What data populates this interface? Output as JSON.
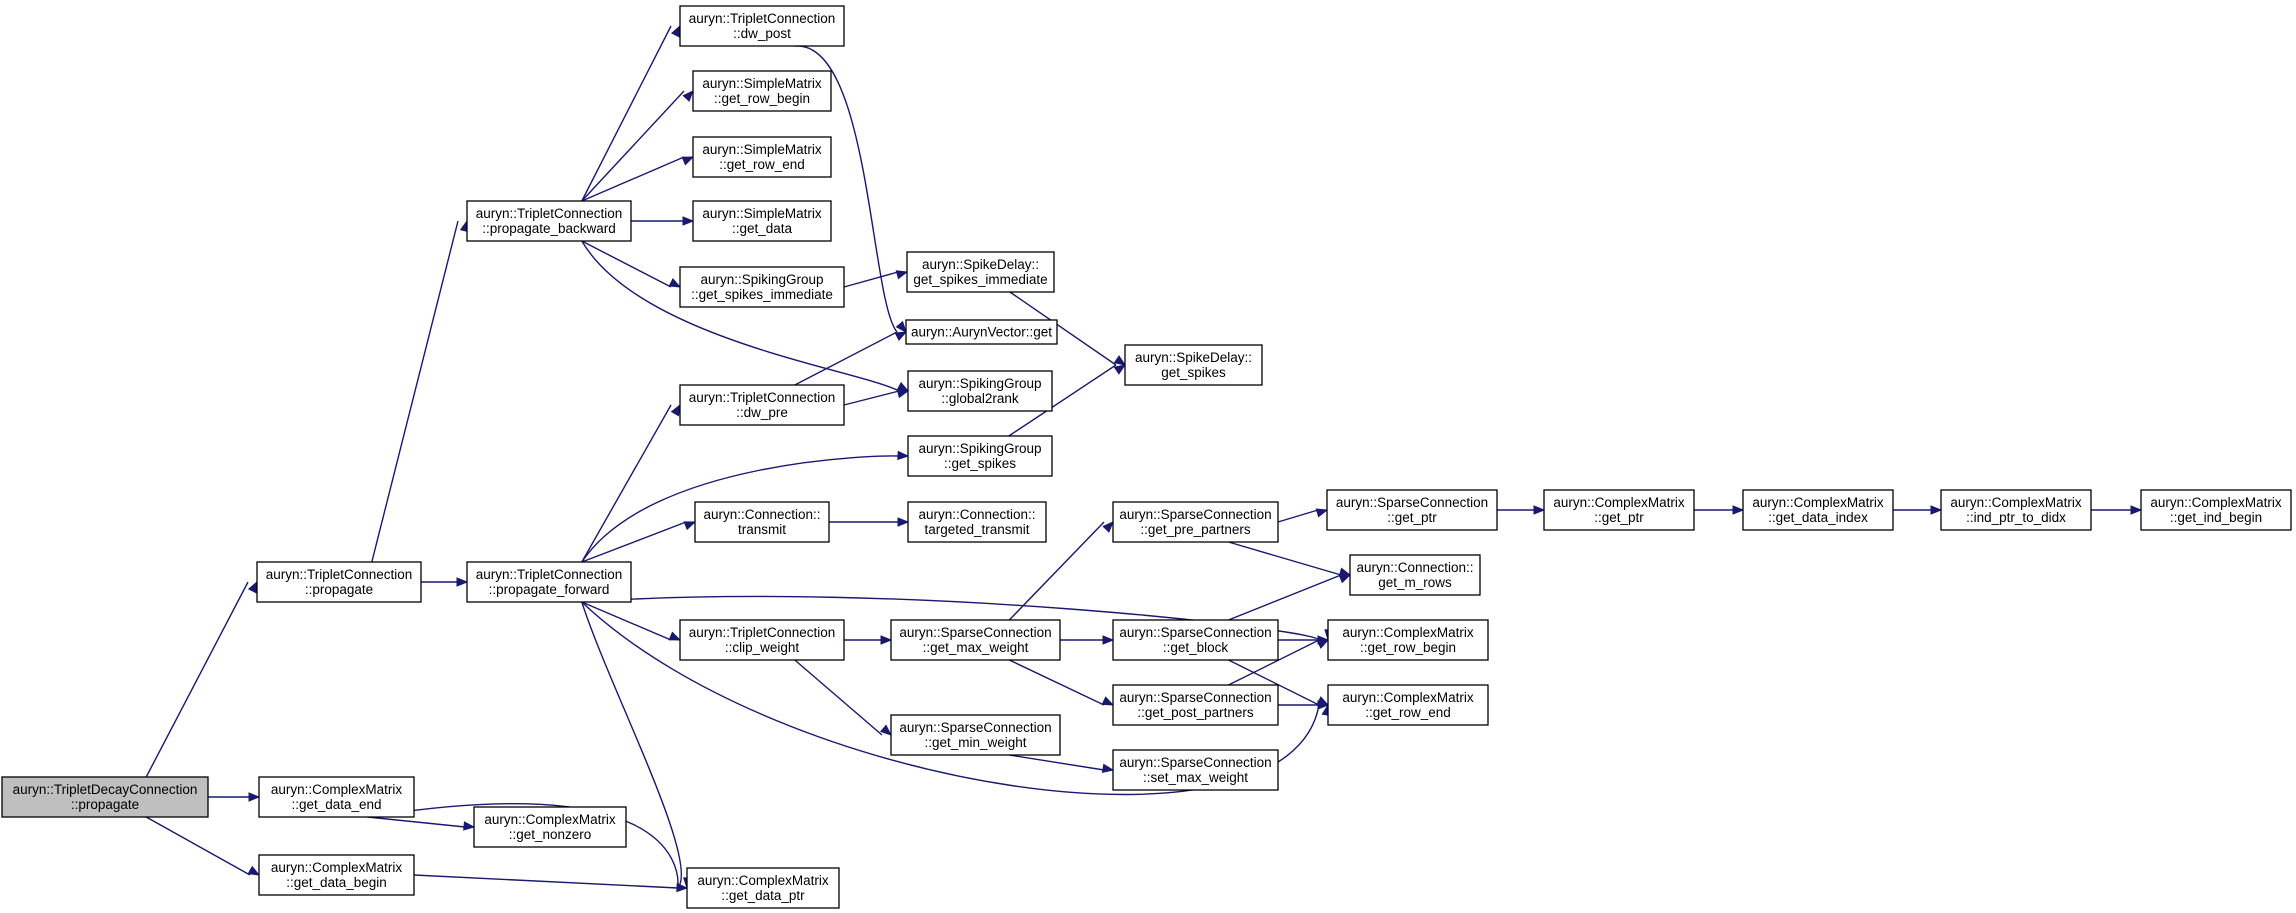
{
  "graph": {
    "type": "call-graph",
    "colors": {
      "edge": "#191970",
      "root_fill": "#bfbfbf",
      "node_fill": "#ffffff",
      "border": "#000000"
    },
    "nodes": [
      {
        "id": "root",
        "lines": [
          "auryn::TripletDecayConnection",
          "::propagate"
        ],
        "root": true
      },
      {
        "id": "tc_propagate",
        "lines": [
          "auryn::TripletConnection",
          "::propagate"
        ]
      },
      {
        "id": "cm_get_data_end",
        "lines": [
          "auryn::ComplexMatrix",
          "::get_data_end"
        ]
      },
      {
        "id": "cm_get_data_begin",
        "lines": [
          "auryn::ComplexMatrix",
          "::get_data_begin"
        ]
      },
      {
        "id": "tc_propagate_backward",
        "lines": [
          "auryn::TripletConnection",
          "::propagate_backward"
        ]
      },
      {
        "id": "tc_propagate_forward",
        "lines": [
          "auryn::TripletConnection",
          "::propagate_forward"
        ]
      },
      {
        "id": "cm_get_nonzero",
        "lines": [
          "auryn::ComplexMatrix",
          "::get_nonzero"
        ]
      },
      {
        "id": "cm_get_data_ptr",
        "lines": [
          "auryn::ComplexMatrix",
          "::get_data_ptr"
        ]
      },
      {
        "id": "tc_dw_post",
        "lines": [
          "auryn::TripletConnection",
          "::dw_post"
        ]
      },
      {
        "id": "sm_get_row_begin",
        "lines": [
          "auryn::SimpleMatrix",
          "::get_row_begin"
        ]
      },
      {
        "id": "sm_get_row_end",
        "lines": [
          "auryn::SimpleMatrix",
          "::get_row_end"
        ]
      },
      {
        "id": "sm_get_data",
        "lines": [
          "auryn::SimpleMatrix",
          "::get_data"
        ]
      },
      {
        "id": "sg_get_spikes_immediate",
        "lines": [
          "auryn::SpikingGroup",
          "::get_spikes_immediate"
        ]
      },
      {
        "id": "tc_dw_pre",
        "lines": [
          "auryn::TripletConnection",
          "::dw_pre"
        ]
      },
      {
        "id": "conn_transmit",
        "lines": [
          "auryn::Connection::",
          "transmit"
        ]
      },
      {
        "id": "tc_clip_weight",
        "lines": [
          "auryn::TripletConnection",
          "::clip_weight"
        ]
      },
      {
        "id": "sd_get_spikes_immediate",
        "lines": [
          "auryn::SpikeDelay::",
          "get_spikes_immediate"
        ]
      },
      {
        "id": "av_get",
        "lines": [
          "auryn::AurynVector::get"
        ]
      },
      {
        "id": "sg_global2rank",
        "lines": [
          "auryn::SpikingGroup",
          "::global2rank"
        ]
      },
      {
        "id": "sg_get_spikes",
        "lines": [
          "auryn::SpikingGroup",
          "::get_spikes"
        ]
      },
      {
        "id": "conn_targeted_transmit",
        "lines": [
          "auryn::Connection::",
          "targeted_transmit"
        ]
      },
      {
        "id": "sc_get_max_weight",
        "lines": [
          "auryn::SparseConnection",
          "::get_max_weight"
        ]
      },
      {
        "id": "sc_get_min_weight",
        "lines": [
          "auryn::SparseConnection",
          "::get_min_weight"
        ]
      },
      {
        "id": "sd_get_spikes",
        "lines": [
          "auryn::SpikeDelay::",
          "get_spikes"
        ]
      },
      {
        "id": "sc_get_pre_partners",
        "lines": [
          "auryn::SparseConnection",
          "::get_pre_partners"
        ]
      },
      {
        "id": "sc_get_block",
        "lines": [
          "auryn::SparseConnection",
          "::get_block"
        ]
      },
      {
        "id": "sc_get_post_partners",
        "lines": [
          "auryn::SparseConnection",
          "::get_post_partners"
        ]
      },
      {
        "id": "sc_set_max_weight",
        "lines": [
          "auryn::SparseConnection",
          "::set_max_weight"
        ]
      },
      {
        "id": "sc_get_ptr",
        "lines": [
          "auryn::SparseConnection",
          "::get_ptr"
        ]
      },
      {
        "id": "conn_get_m_rows",
        "lines": [
          "auryn::Connection::",
          "get_m_rows"
        ]
      },
      {
        "id": "cm_get_row_begin",
        "lines": [
          "auryn::ComplexMatrix",
          "::get_row_begin"
        ]
      },
      {
        "id": "cm_get_row_end",
        "lines": [
          "auryn::ComplexMatrix",
          "::get_row_end"
        ]
      },
      {
        "id": "cm_get_ptr",
        "lines": [
          "auryn::ComplexMatrix",
          "::get_ptr"
        ]
      },
      {
        "id": "cm_get_data_index",
        "lines": [
          "auryn::ComplexMatrix",
          "::get_data_index"
        ]
      },
      {
        "id": "cm_ind_ptr_to_didx",
        "lines": [
          "auryn::ComplexMatrix",
          "::ind_ptr_to_didx"
        ]
      },
      {
        "id": "cm_get_ind_begin",
        "lines": [
          "auryn::ComplexMatrix",
          "::get_ind_begin"
        ]
      }
    ],
    "edges": [
      [
        "root",
        "tc_propagate"
      ],
      [
        "root",
        "cm_get_data_end"
      ],
      [
        "root",
        "cm_get_data_begin"
      ],
      [
        "tc_propagate",
        "tc_propagate_backward"
      ],
      [
        "tc_propagate",
        "tc_propagate_forward"
      ],
      [
        "cm_get_data_end",
        "cm_get_nonzero"
      ],
      [
        "cm_get_data_end",
        "cm_get_data_ptr"
      ],
      [
        "cm_get_data_begin",
        "cm_get_data_ptr"
      ],
      [
        "tc_propagate_backward",
        "tc_dw_post"
      ],
      [
        "tc_propagate_backward",
        "sm_get_row_begin"
      ],
      [
        "tc_propagate_backward",
        "sm_get_row_end"
      ],
      [
        "tc_propagate_backward",
        "sm_get_data"
      ],
      [
        "tc_propagate_backward",
        "sg_get_spikes_immediate"
      ],
      [
        "tc_propagate_backward",
        "sg_global2rank"
      ],
      [
        "tc_dw_post",
        "av_get"
      ],
      [
        "sg_get_spikes_immediate",
        "sd_get_spikes_immediate"
      ],
      [
        "sd_get_spikes_immediate",
        "sd_get_spikes"
      ],
      [
        "tc_propagate_forward",
        "tc_dw_pre"
      ],
      [
        "tc_propagate_forward",
        "sg_get_spikes"
      ],
      [
        "tc_propagate_forward",
        "conn_transmit"
      ],
      [
        "tc_propagate_forward",
        "tc_clip_weight"
      ],
      [
        "tc_propagate_forward",
        "cm_get_row_begin"
      ],
      [
        "tc_propagate_forward",
        "cm_get_row_end"
      ],
      [
        "tc_propagate_forward",
        "cm_get_data_ptr"
      ],
      [
        "tc_dw_pre",
        "av_get"
      ],
      [
        "tc_dw_pre",
        "sg_global2rank"
      ],
      [
        "sg_get_spikes",
        "sd_get_spikes"
      ],
      [
        "conn_transmit",
        "conn_targeted_transmit"
      ],
      [
        "tc_clip_weight",
        "sc_get_max_weight"
      ],
      [
        "tc_clip_weight",
        "sc_get_min_weight"
      ],
      [
        "sc_get_max_weight",
        "sc_get_pre_partners"
      ],
      [
        "sc_get_max_weight",
        "sc_get_block"
      ],
      [
        "sc_get_max_weight",
        "sc_get_post_partners"
      ],
      [
        "sc_get_min_weight",
        "sc_set_max_weight"
      ],
      [
        "sc_get_pre_partners",
        "sc_get_ptr"
      ],
      [
        "sc_get_pre_partners",
        "conn_get_m_rows"
      ],
      [
        "sc_get_block",
        "conn_get_m_rows"
      ],
      [
        "sc_get_block",
        "cm_get_row_begin"
      ],
      [
        "sc_get_block",
        "cm_get_row_end"
      ],
      [
        "sc_get_post_partners",
        "cm_get_row_begin"
      ],
      [
        "sc_get_post_partners",
        "cm_get_row_end"
      ],
      [
        "sc_get_ptr",
        "cm_get_ptr"
      ],
      [
        "cm_get_ptr",
        "cm_get_data_index"
      ],
      [
        "cm_get_data_index",
        "cm_ind_ptr_to_didx"
      ],
      [
        "cm_ind_ptr_to_didx",
        "cm_get_ind_begin"
      ]
    ]
  }
}
